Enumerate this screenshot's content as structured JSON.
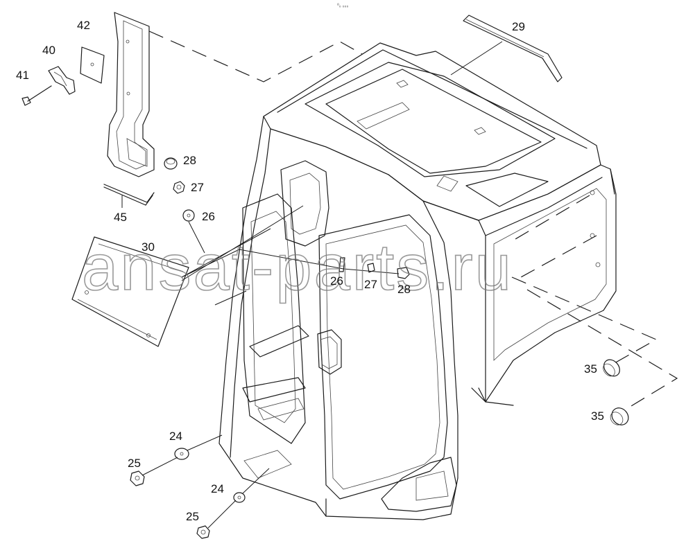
{
  "drawing": {
    "top_mark": "⁰₀ ₀₀₀",
    "watermark": "ansat-parts.ru"
  },
  "callouts": {
    "c42": "42",
    "c40": "40",
    "c41": "41",
    "c45": "45",
    "c28a": "28",
    "c27a": "27",
    "c26a": "26",
    "c30": "30",
    "c26b": "26",
    "c27b": "27",
    "c28b": "28",
    "c29": "29",
    "c35a": "35",
    "c35b": "35",
    "c24a": "24",
    "c25a": "25",
    "c24b": "24",
    "c25b": "25"
  },
  "colors": {
    "line": "#1a1a1a",
    "watermark": "#777777",
    "background": "#ffffff"
  }
}
